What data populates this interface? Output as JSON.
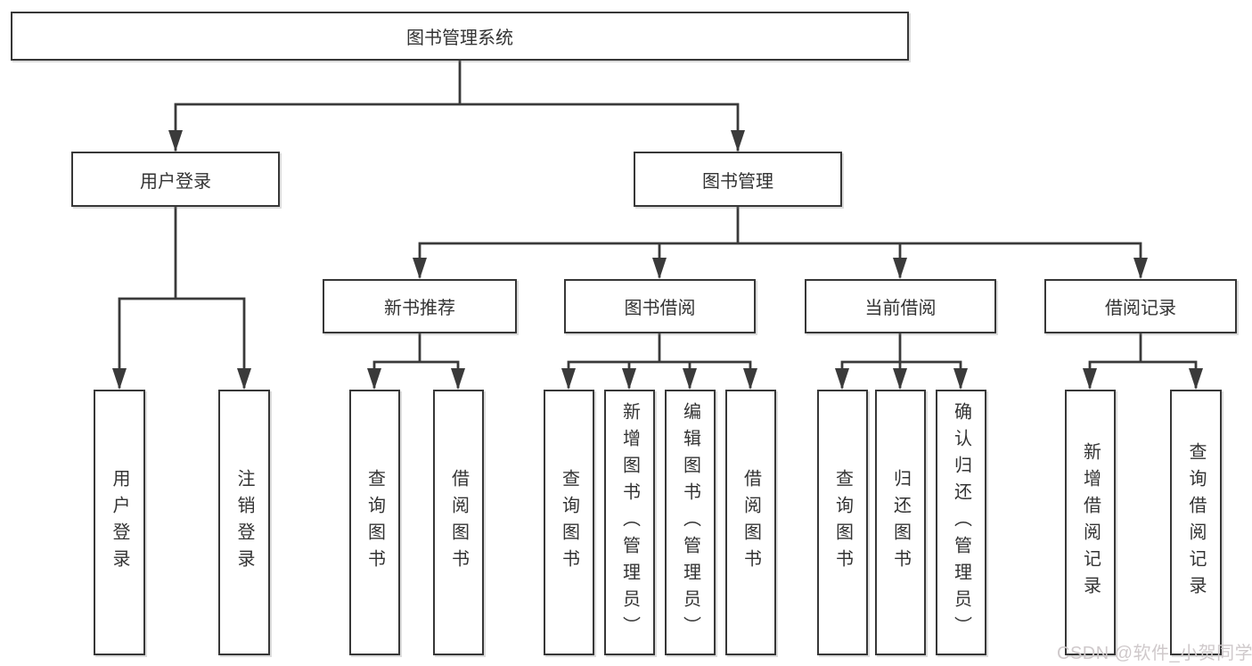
{
  "diagram": {
    "root": {
      "label": "图书管理系统"
    },
    "level2": [
      {
        "label": "用户登录"
      },
      {
        "label": "图书管理"
      }
    ],
    "level3": [
      {
        "label": "新书推荐"
      },
      {
        "label": "图书借阅"
      },
      {
        "label": "当前借阅"
      },
      {
        "label": "借阅记录"
      }
    ],
    "leaves": {
      "user_login": [
        {
          "label": "用户登录"
        },
        {
          "label": "注销登录"
        }
      ],
      "new_book": [
        {
          "label": "查询图书"
        },
        {
          "label": "借阅图书"
        }
      ],
      "book_borrow": [
        {
          "label": "查询图书"
        },
        {
          "label": "新增图书（管理员）"
        },
        {
          "label": "编辑图书（管理员）"
        },
        {
          "label": "借阅图书"
        }
      ],
      "current_borrow": [
        {
          "label": "查询图书"
        },
        {
          "label": "归还图书"
        },
        {
          "label": "确认归还（管理员）"
        }
      ],
      "borrow_record": [
        {
          "label": "新增借阅记录"
        },
        {
          "label": "查询借阅记录"
        }
      ]
    },
    "watermark": "CSDN @软件_小贺同学",
    "colors": {
      "line": "#3a3a3a",
      "text": "#333333",
      "background": "#ffffff",
      "watermark": "#cfc9cb"
    }
  }
}
